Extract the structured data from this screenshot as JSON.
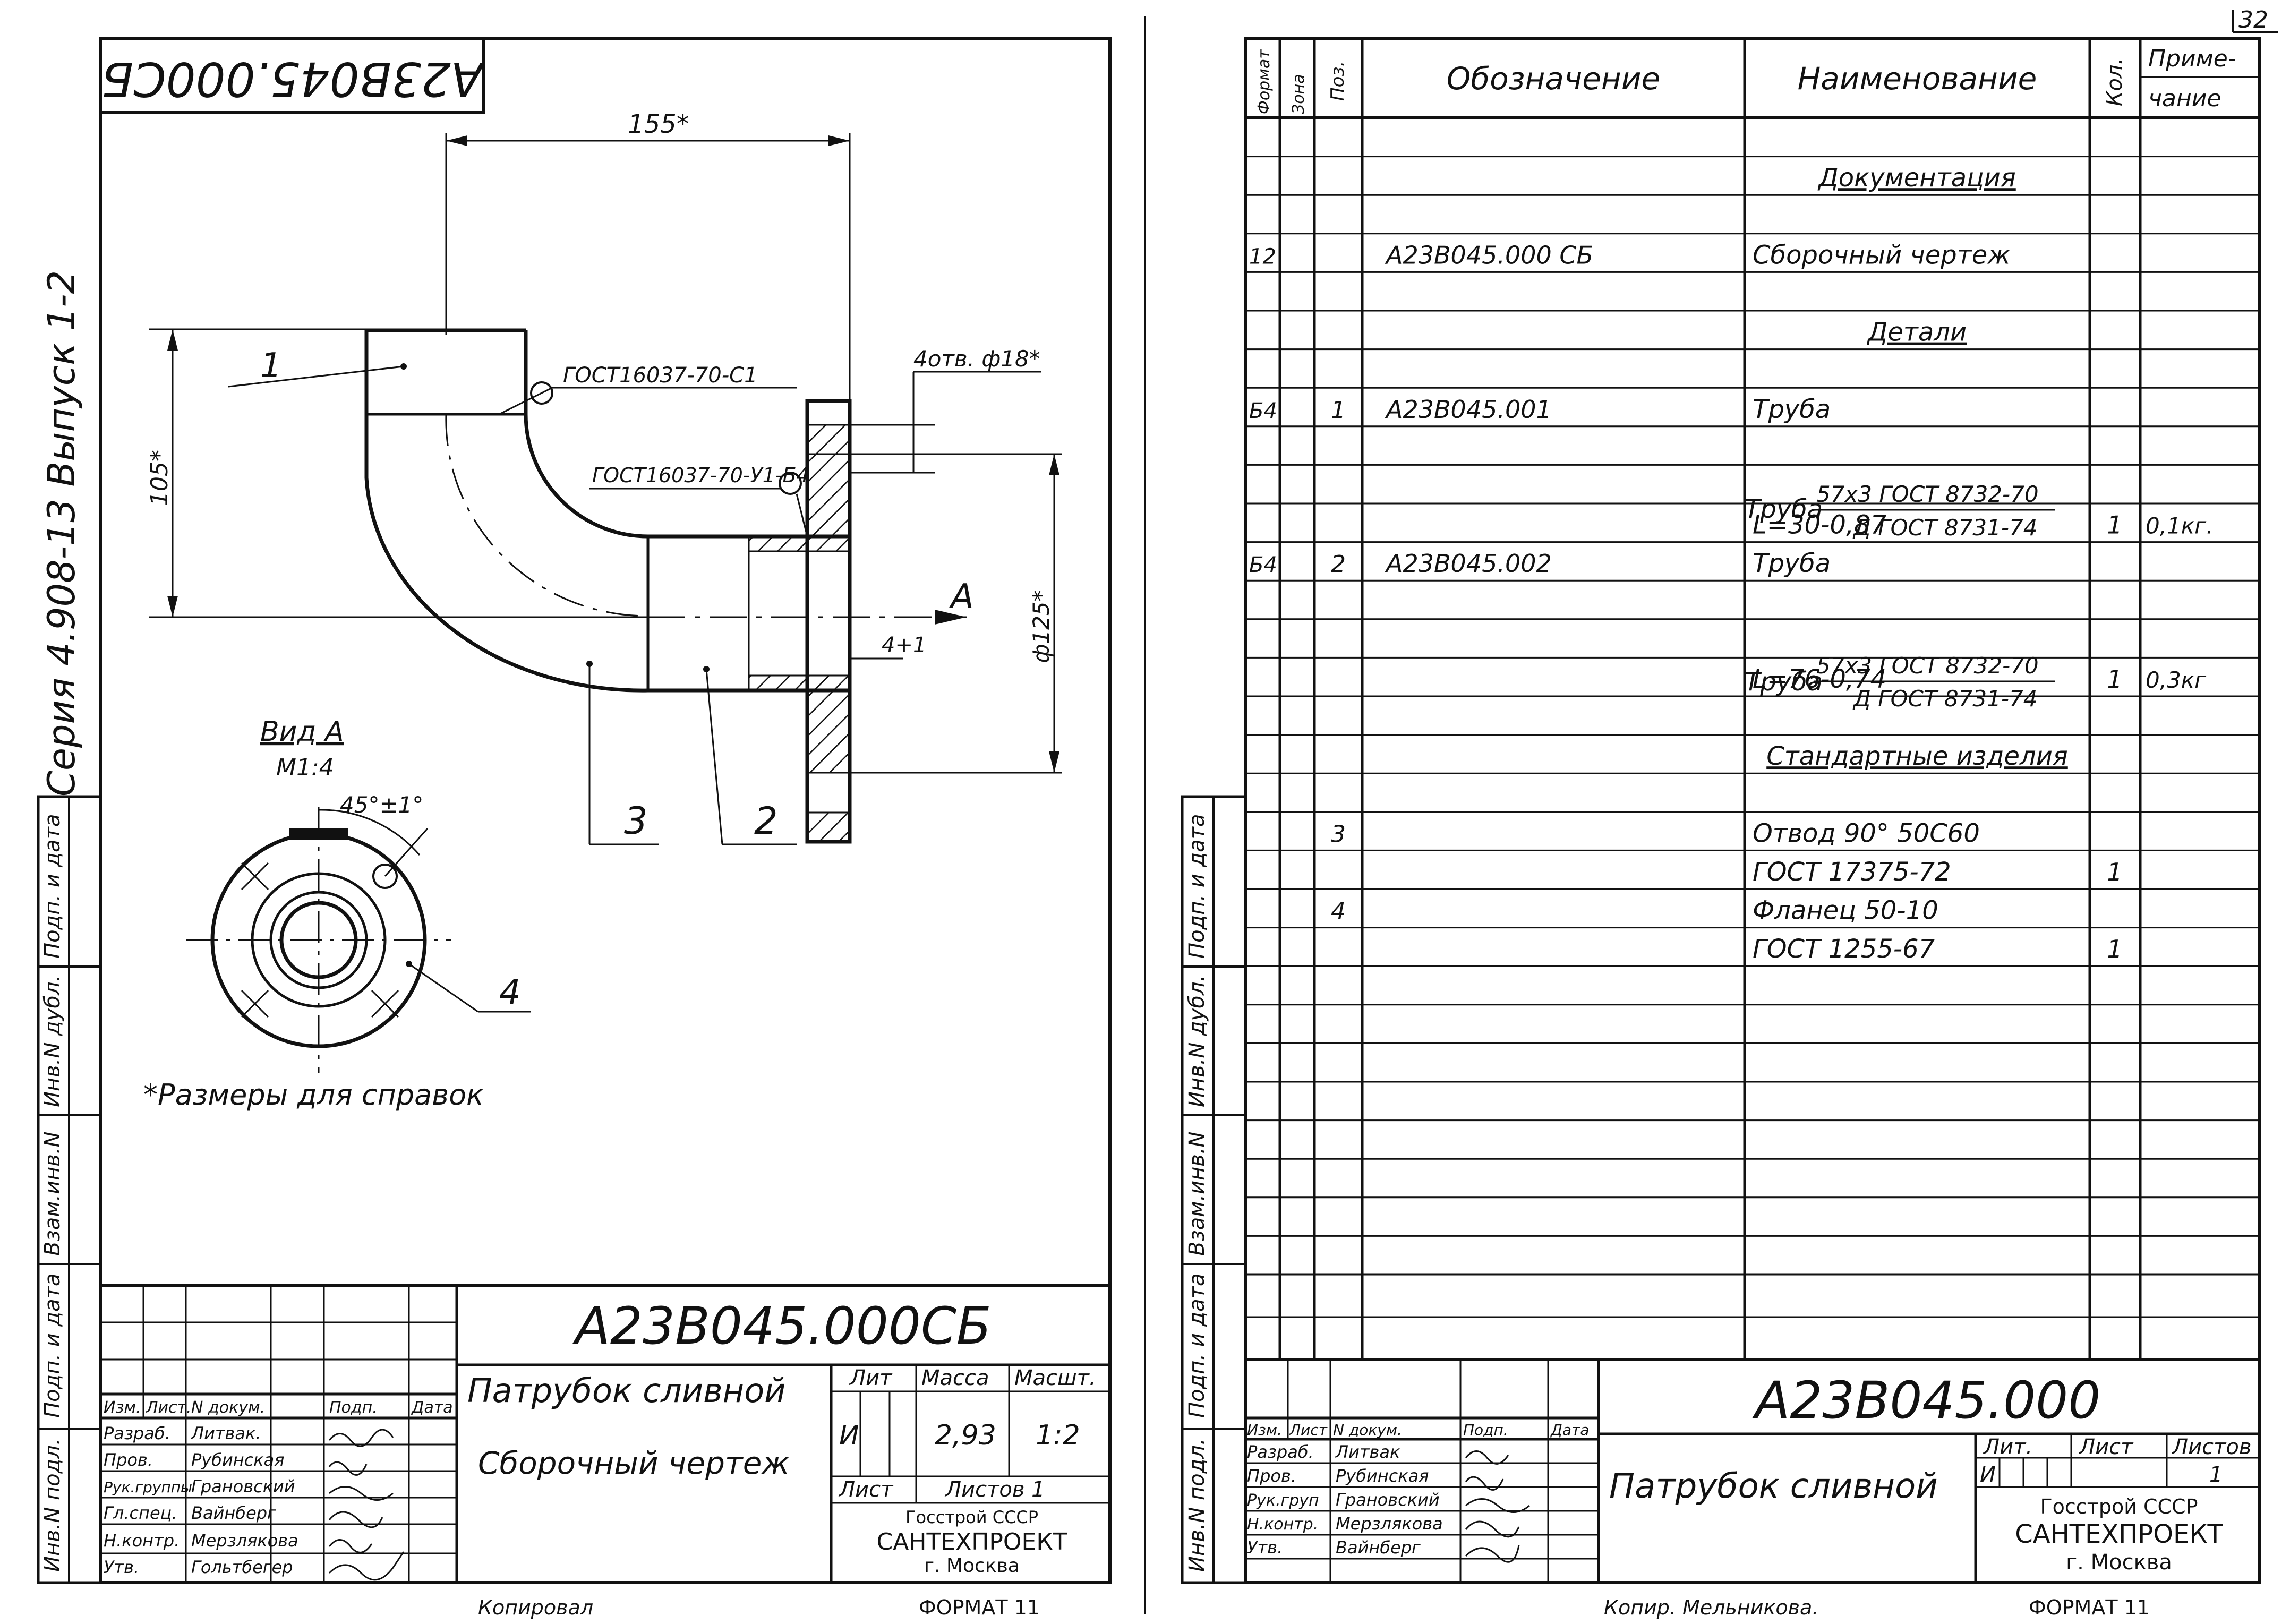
{
  "sheet_number": "32",
  "left_sheet": {
    "stamp_code_rotated": "А23В045.000СБ",
    "series_label": "Серия 4.908-13   Выпуск 1-2",
    "side_labels": [
      "Инв.N подл.",
      "Подп. и дата",
      "Взам.инв.N",
      "Инв.N дубл.",
      "Подп. и дата"
    ],
    "drawing": {
      "dim_top": "155*",
      "dim_left": "105*",
      "dim_right": "ф125*",
      "holes_label": "4отв. ф18*",
      "weld_1": "ГОСТ16037-70-С1",
      "weld_2": "ГОСТ16037-70-У1-Б4",
      "dim_small": "4+1",
      "view_arrow": "А",
      "pos_1": "1",
      "pos_2": "2",
      "pos_3": "3",
      "pos_4": "4",
      "view_title": "Вид А",
      "view_scale": "М1:4",
      "angle": "45°±1°",
      "footnote": "*Размеры для справок"
    },
    "title_block": {
      "code": "А23В045.000СБ",
      "name": "Патрубок сливной",
      "doc_type": "Сборочный чертеж",
      "col_headers": [
        "Изм.",
        "Лист.",
        "N докум.",
        "Подп.",
        "Дата"
      ],
      "lit_label": "Лит",
      "mass_label": "Масса",
      "scale_label": "Масшт.",
      "lit_value": "И",
      "mass_value": "2,93",
      "scale_value": "1:2",
      "sheet_label": "Лист",
      "sheets_label": "Листов 1",
      "roles": [
        {
          "role": "Разраб.",
          "name": "Литвак."
        },
        {
          "role": "Пров.",
          "name": "Рубинская"
        },
        {
          "role": "Рук.группы",
          "name": "Грановский"
        },
        {
          "role": "Гл.спец.",
          "name": "Вайнберг"
        },
        {
          "role": "Н.контр.",
          "name": "Мерзлякова"
        },
        {
          "role": "Утв.",
          "name": "Гольтбегер"
        }
      ],
      "org_1": "Госстрой СССР",
      "org_2": "САНТЕХПРОЕКТ",
      "org_3": "г. Москва"
    },
    "copied_by": "Копировал",
    "format": "ФОРМАТ 11"
  },
  "right_sheet": {
    "headers": {
      "format": "Формат",
      "zone": "Зона",
      "pos": "Поз.",
      "designation": "Обозначение",
      "name": "Наименование",
      "qty": "Кол.",
      "note_1": "Приме-",
      "note_2": "чание"
    },
    "rows": [
      {
        "fmt": "",
        "pos": "",
        "des": "",
        "name": "",
        "qty": "",
        "note": ""
      },
      {
        "fmt": "",
        "pos": "",
        "des": "",
        "name": "Документация",
        "qty": "",
        "note": "",
        "underline": true
      },
      {
        "fmt": "",
        "pos": "",
        "des": "",
        "name": "",
        "qty": "",
        "note": ""
      },
      {
        "fmt": "12",
        "pos": "",
        "des": "А23В045.000 СБ",
        "name": "Сборочный чертеж",
        "qty": "",
        "note": ""
      },
      {
        "fmt": "",
        "pos": "",
        "des": "",
        "name": "",
        "qty": "",
        "note": ""
      },
      {
        "fmt": "",
        "pos": "",
        "des": "",
        "name": "Детали",
        "qty": "",
        "note": "",
        "underline": true
      },
      {
        "fmt": "",
        "pos": "",
        "des": "",
        "name": "",
        "qty": "",
        "note": ""
      },
      {
        "fmt": "Б4",
        "pos": "1",
        "des": "А23В045.001",
        "name": "Труба",
        "qty": "",
        "note": ""
      },
      {
        "fmt": "",
        "pos": "",
        "des": "",
        "name": "",
        "qty": "",
        "note": ""
      },
      {
        "fmt": "",
        "pos": "",
        "des": "",
        "name": "",
        "qty": "",
        "note": ""
      },
      {
        "fmt": "",
        "pos": "",
        "des": "",
        "name": "L=30-0,87",
        "qty": "1",
        "note": "0,1кг."
      },
      {
        "fmt": "Б4",
        "pos": "2",
        "des": "А23В045.002",
        "name": "Труба",
        "qty": "",
        "note": ""
      },
      {
        "fmt": "",
        "pos": "",
        "des": "",
        "name": "",
        "qty": "",
        "note": ""
      },
      {
        "fmt": "",
        "pos": "",
        "des": "",
        "name": "",
        "qty": "",
        "note": ""
      },
      {
        "fmt": "",
        "pos": "",
        "des": "",
        "name": "L=76-0,74",
        "qty": "1",
        "note": "0,3кг"
      },
      {
        "fmt": "",
        "pos": "",
        "des": "",
        "name": "",
        "qty": "",
        "note": ""
      },
      {
        "fmt": "",
        "pos": "",
        "des": "",
        "name": "Стандартные изделия",
        "qty": "",
        "note": "",
        "underline": true
      },
      {
        "fmt": "",
        "pos": "",
        "des": "",
        "name": "",
        "qty": "",
        "note": ""
      },
      {
        "fmt": "",
        "pos": "3",
        "des": "",
        "name": "Отвод 90° 50С60",
        "qty": "",
        "note": ""
      },
      {
        "fmt": "",
        "pos": "",
        "des": "",
        "name": "ГОСТ 17375-72",
        "qty": "1",
        "note": ""
      },
      {
        "fmt": "",
        "pos": "4",
        "des": "",
        "name": "Фланец 50-10",
        "qty": "",
        "note": ""
      },
      {
        "fmt": "",
        "pos": "",
        "des": "",
        "name": "ГОСТ 1255-67",
        "qty": "1",
        "note": ""
      },
      {
        "fmt": "",
        "pos": "",
        "des": "",
        "name": "",
        "qty": "",
        "note": ""
      },
      {
        "fmt": "",
        "pos": "",
        "des": "",
        "name": "",
        "qty": "",
        "note": ""
      },
      {
        "fmt": "",
        "pos": "",
        "des": "",
        "name": "",
        "qty": "",
        "note": ""
      },
      {
        "fmt": "",
        "pos": "",
        "des": "",
        "name": "",
        "qty": "",
        "note": ""
      },
      {
        "fmt": "",
        "pos": "",
        "des": "",
        "name": "",
        "qty": "",
        "note": ""
      },
      {
        "fmt": "",
        "pos": "",
        "des": "",
        "name": "",
        "qty": "",
        "note": ""
      },
      {
        "fmt": "",
        "pos": "",
        "des": "",
        "name": "",
        "qty": "",
        "note": ""
      },
      {
        "fmt": "",
        "pos": "",
        "des": "",
        "name": "",
        "qty": "",
        "note": ""
      }
    ],
    "pipe_1": {
      "prefix": "Труба",
      "num": "57x3 ГОСТ 8732-70",
      "den": "Д ГОСТ 8731-74"
    },
    "pipe_2": {
      "prefix": "Труба",
      "num": "57x3 ГОСТ 8732-70",
      "den": "Д ГОСТ 8731-74"
    },
    "title_block": {
      "code": "А23В045.000",
      "name": "Патрубок сливной",
      "col_headers": [
        "Изм.",
        "Лист",
        "N докум.",
        "Подп.",
        "Дата"
      ],
      "lit_label": "Лит.",
      "sheet_label": "Лист",
      "sheets_label": "Листов",
      "lit_value": "И",
      "sheets_value": "1",
      "roles": [
        {
          "role": "Разраб.",
          "name": "Литвак"
        },
        {
          "role": "Пров.",
          "name": "Рубинская"
        },
        {
          "role": "Рук.груп",
          "name": "Грановский"
        },
        {
          "role": "Н.контр.",
          "name": "Мерзлякова"
        },
        {
          "role": "Утв.",
          "name": "Вайнберг"
        }
      ],
      "org_1": "Госстрой СССР",
      "org_2": "САНТЕХПРОЕКТ",
      "org_3": "г. Москва"
    },
    "side_labels": [
      "Инв.N подл.",
      "Подп. и дата",
      "Взам.инв.N",
      "Инв.N дубл.",
      "Подп. и дата"
    ],
    "copied_by": "Копир. Мельникова.",
    "format": "ФОРМАТ 11"
  }
}
